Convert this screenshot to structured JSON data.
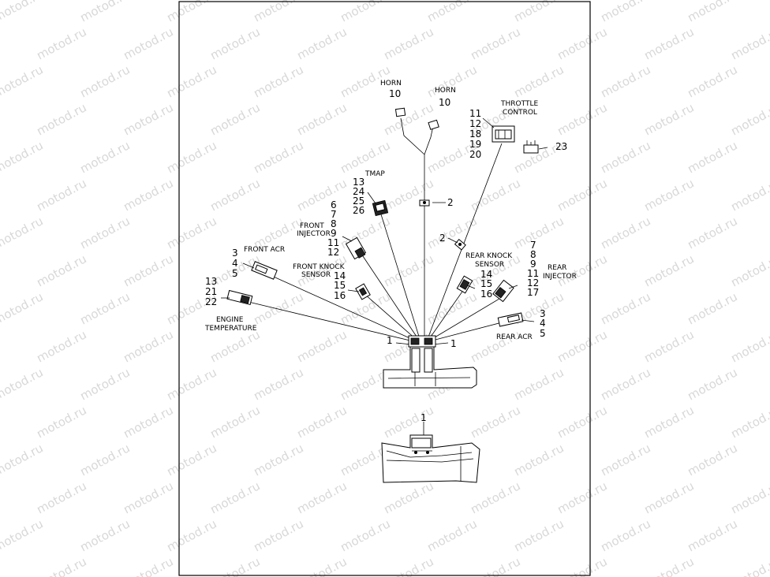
{
  "watermark": "motod.ru",
  "labels": {
    "horn_left": "HORN",
    "horn_right": "HORN",
    "throttle_control_1": "THROTTLE",
    "throttle_control_2": "CONTROL",
    "tmap": "TMAP",
    "front_injector_1": "FRONT",
    "front_injector_2": "INJECTOR",
    "front_acr": "FRONT ACR",
    "front_knock_1": "FRONT  KNOCK",
    "front_knock_2": "SENSOR",
    "engine_temp_1": "ENGINE",
    "engine_temp_2": "TEMPERATURE",
    "rear_knock_1": "REAR KNOCK",
    "rear_knock_2": "SENSOR",
    "rear_injector_1": "REAR",
    "rear_injector_2": "INJECTOR",
    "rear_acr": "REAR ACR"
  },
  "callouts": {
    "horn_left": "10",
    "horn_right": "10",
    "throttle": [
      "11",
      "12",
      "18",
      "19",
      "20"
    ],
    "part_23": "23",
    "tmap": [
      "13",
      "24",
      "25",
      "26"
    ],
    "clip_upper": "2",
    "front_injector": [
      "6",
      "7",
      "8",
      "9",
      "11",
      "12"
    ],
    "clip_lower": "2",
    "front_acr": [
      "3",
      "4",
      "5"
    ],
    "front_knock": [
      "14",
      "15",
      "16"
    ],
    "engine_temp": [
      "13",
      "21",
      "22"
    ],
    "rear_knock": [
      "14",
      "15",
      "16"
    ],
    "rear_injector": [
      "7",
      "8",
      "9",
      "11",
      "12",
      "17"
    ],
    "rear_acr": [
      "3",
      "4",
      "5"
    ],
    "hub_left": "1",
    "hub_right": "1",
    "lower_view": "1"
  }
}
